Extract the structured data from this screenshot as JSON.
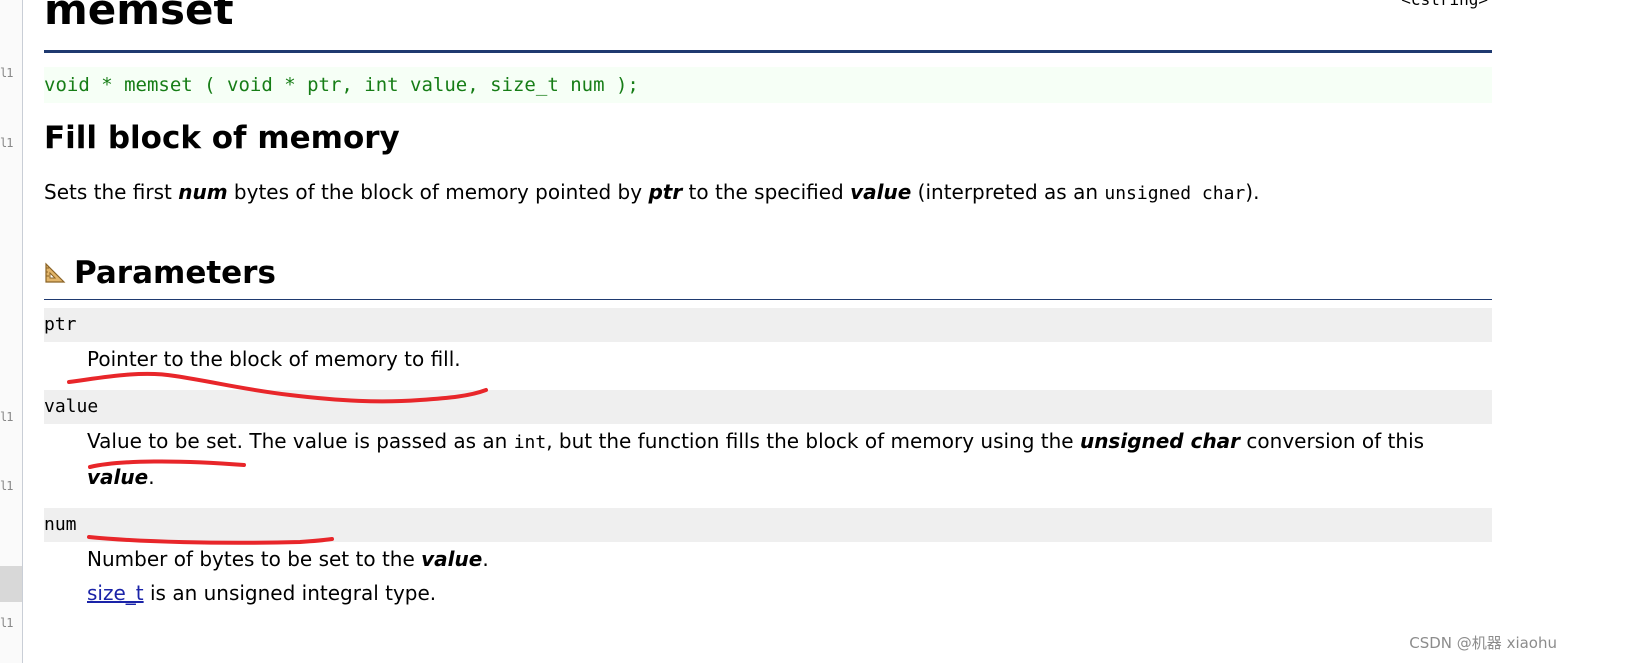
{
  "gutter_marks": [
    "l1",
    "l1",
    "l1",
    "l1",
    "l1"
  ],
  "header": {
    "title": "memset",
    "library": "<cstring>"
  },
  "prototype": "void * memset ( void * ptr, int value, size_t num );",
  "subtitle": "Fill block of memory",
  "description": {
    "p1": "Sets the first ",
    "b1": "num",
    "p2": " bytes of the block of memory pointed by ",
    "b2": "ptr",
    "p3": " to the specified ",
    "b3": "value",
    "p4": " (interpreted as an ",
    "code1": "unsigned char",
    "p5": ")."
  },
  "parameters": {
    "heading": "Parameters",
    "icon": "set-square-icon",
    "items": [
      {
        "name": "ptr",
        "desc": "Pointer to the block of memory to fill."
      },
      {
        "name": "value",
        "d1": "Value to be set. The value is passed as an ",
        "code": "int",
        "d2": ", but the function fills the block of memory using the ",
        "b1": "unsigned char",
        "d3": " conversion of this ",
        "b2": "value",
        "d4": "."
      },
      {
        "name": "num",
        "d1": "Number of bytes to be set to the ",
        "b1": "value",
        "d2": ".",
        "link": "size_t",
        "d3": " is an unsigned integral type."
      }
    ]
  },
  "colors": {
    "prototype_text": "#167d16",
    "heading_rule": "#1f3a70",
    "annotation": "#e8262a",
    "link": "#1a23a8"
  },
  "watermark": "CSDN @机器 xiaohu"
}
